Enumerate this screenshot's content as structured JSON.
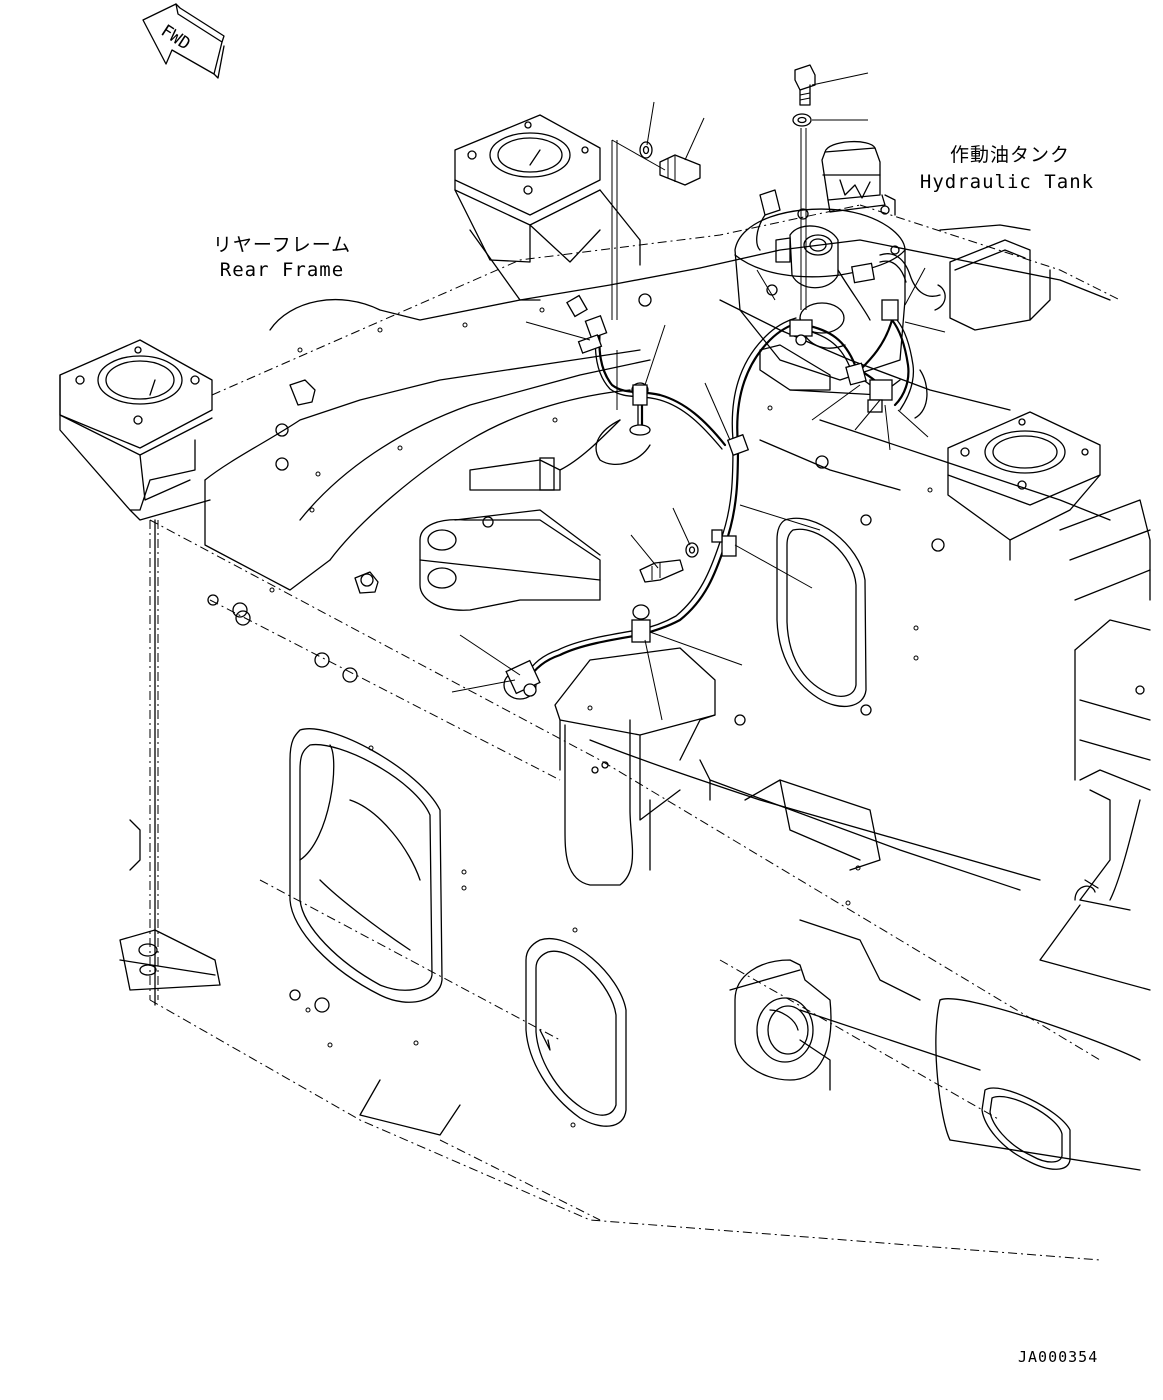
{
  "labels": {
    "fwd": "FWD",
    "rear_frame_jp": "リヤーフレーム",
    "rear_frame_en": "Rear Frame",
    "hydraulic_tank_jp": "作動油タンク",
    "hydraulic_tank_en": "Hydraulic Tank",
    "drawing_id": "JA000354"
  }
}
